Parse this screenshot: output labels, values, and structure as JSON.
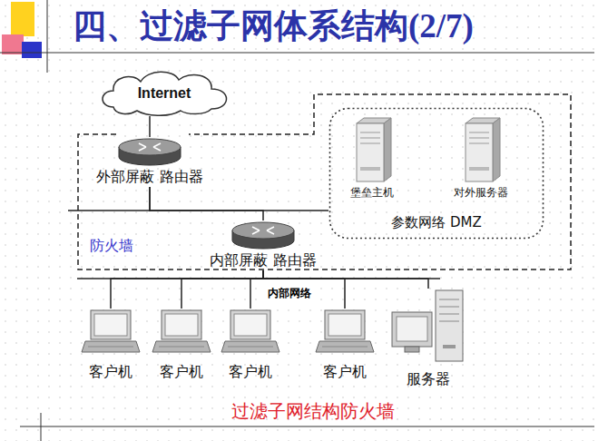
{
  "diagram": {
    "title": "四、过滤子网体系结构(2/7)",
    "caption": "过滤子网结构防火墙",
    "nodes": [
      {
        "text": [
          "Internet"
        ]
      },
      {
        "text": [
          "防火墙"
        ]
      },
      {
        "text": [
          "外部屏蔽 路由器"
        ],
        "in": 1
      },
      {
        "text": [
          "参数网络 DMZ"
        ],
        "in": 1
      },
      {
        "text": [
          "堡垒主机"
        ],
        "in": 3
      },
      {
        "text": [
          "对外服务器"
        ],
        "in": 3
      },
      {
        "text": [
          "内部屏蔽 路由器"
        ],
        "in": 1
      },
      {
        "text": [
          "客户机"
        ]
      },
      {
        "text": [
          "客户机"
        ]
      },
      {
        "text": [
          "客户机"
        ]
      },
      {
        "text": [
          "客户机"
        ]
      },
      {
        "text": [
          "服务器"
        ]
      }
    ],
    "edges": [
      {
        "from": 0,
        "to": 2,
        "arrow": "none"
      },
      {
        "from": 2,
        "to": 6,
        "arrow": "none"
      },
      {
        "from": 2,
        "to": 3,
        "arrow": "none"
      },
      {
        "from": 6,
        "to": 7,
        "arrow": "none"
      },
      {
        "from": 6,
        "to": 8,
        "arrow": "none"
      },
      {
        "from": 6,
        "to": 9,
        "arrow": "none"
      },
      {
        "from": 6,
        "to": 10,
        "arrow": "none"
      },
      {
        "from": 6,
        "to": 11,
        "arrow": "none"
      }
    ],
    "labels": [
      "内部网络"
    ]
  }
}
